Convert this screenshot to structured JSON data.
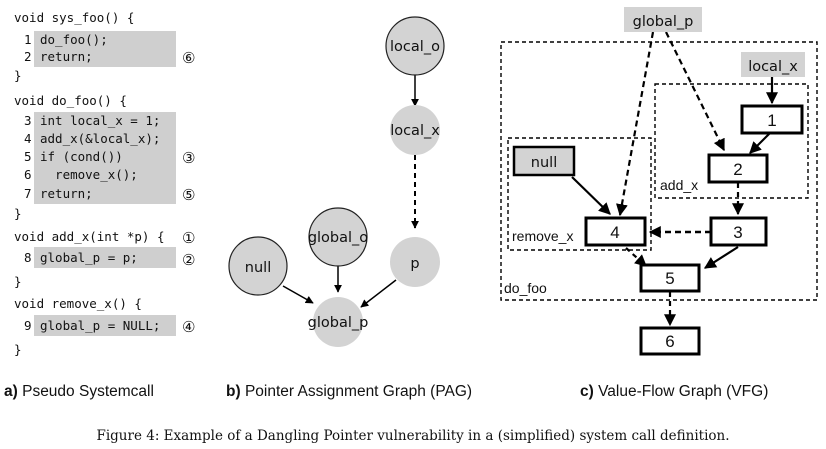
{
  "code": {
    "sys_foo_sig": "void sys_foo() {",
    "line1_no": "1",
    "line1": "do_foo();",
    "line2_no": "2",
    "line2": "return;",
    "mark_6": "⑥",
    "close1": "}",
    "do_foo_sig": "void do_foo() {",
    "line3_no": "3",
    "line3": "int local_x = 1;",
    "line4_no": "4",
    "line4": "add_x(&local_x);",
    "line5_no": "5",
    "line5": "if (cond())",
    "mark_3": "③",
    "line6_no": "6",
    "line6": "  remove_x();",
    "line7_no": "7",
    "line7": "return;",
    "mark_5": "⑤",
    "close2": "}",
    "add_x_sig": "void add_x(int *p) {",
    "mark_1": "①",
    "line8_no": "8",
    "line8": "global_p = p;",
    "mark_2": "②",
    "close3": "}",
    "remove_x_sig": "void remove_x() {",
    "line9_no": "9",
    "line9": "global_p = NULL;",
    "mark_4": "④",
    "close4": "}"
  },
  "pag": {
    "local_o": "local_o",
    "local_x": "local_x",
    "global_o": "global_o",
    "null": "null",
    "p": "p",
    "global_p": "global_p"
  },
  "vfg": {
    "global_p": "global_p",
    "local_x": "local_x",
    "null": "null",
    "n1": "1",
    "n2": "2",
    "n3": "3",
    "n4": "4",
    "n5": "5",
    "n6": "6",
    "add_x": "add_x",
    "remove_x": "remove_x",
    "do_foo": "do_foo"
  },
  "subcaptions": {
    "a_letter": "a)",
    "a_text": " Pseudo Systemcall",
    "b_letter": "b)",
    "b_text": " Pointer Assignment Graph (PAG)",
    "c_letter": "c)",
    "c_text": " Value-Flow Graph (VFG)"
  },
  "caption": "Figure 4: Example of a Dangling Pointer vulnerability in a (simplified) system call definition."
}
